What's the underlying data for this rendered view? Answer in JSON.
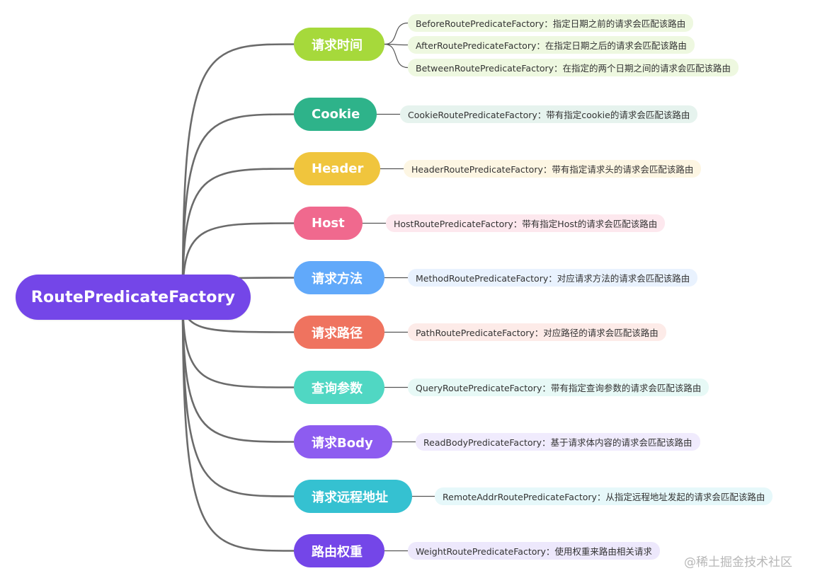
{
  "root": {
    "label": "RoutePredicateFactory",
    "color": "#7446e8"
  },
  "branches": [
    {
      "label": "请求时间",
      "color": "#a6d93b",
      "leaf_bg": "#eef8e0",
      "leaves": [
        "BeforeRoutePredicateFactory：指定日期之前的请求会匹配该路由",
        "AfterRoutePredicateFactory：在指定日期之后的请求会匹配该路由",
        "BetweenRoutePredicateFactory：在指定的两个日期之间的请求会匹配该路由"
      ]
    },
    {
      "label": "Cookie",
      "color": "#2eb38a",
      "leaf_bg": "#e6f3ee",
      "leaves": [
        "CookieRoutePredicateFactory：带有指定cookie的请求会匹配该路由"
      ]
    },
    {
      "label": "Header",
      "color": "#f0c53d",
      "leaf_bg": "#fdf6e3",
      "leaves": [
        "HeaderRoutePredicateFactory：带有指定请求头的请求会匹配该路由"
      ]
    },
    {
      "label": "Host",
      "color": "#f0698e",
      "leaf_bg": "#fde8ee",
      "leaves": [
        "HostRoutePredicateFactory：带有指定Host的请求会匹配该路由"
      ]
    },
    {
      "label": "请求方法",
      "color": "#61a9fa",
      "leaf_bg": "#e9f2fe",
      "leaves": [
        "MethodRoutePredicateFactory：对应请求方法的请求会匹配该路由"
      ]
    },
    {
      "label": "请求路径",
      "color": "#ef735f",
      "leaf_bg": "#fdebe8",
      "leaves": [
        "PathRoutePredicateFactory：对应路径的请求会匹配该路由"
      ]
    },
    {
      "label": "查询参数",
      "color": "#50d7c3",
      "leaf_bg": "#e7f9f6",
      "leaves": [
        "QueryRoutePredicateFactory：带有指定查询参数的请求会匹配该路由"
      ]
    },
    {
      "label": "请求Body",
      "color": "#8d5cf0",
      "leaf_bg": "#f0ebfd",
      "leaves": [
        "ReadBodyPredicateFactory：基于请求体内容的请求会匹配该路由"
      ]
    },
    {
      "label": "请求远程地址",
      "color": "#35c1d1",
      "leaf_bg": "#e6f8fa",
      "leaves": [
        "RemoteAddrRoutePredicateFactory：从指定远程地址发起的请求会匹配该路由"
      ]
    },
    {
      "label": "路由权重",
      "color": "#7446e8",
      "leaf_bg": "#ede8fc",
      "leaves": [
        "WeightRoutePredicateFactory：使用权重来路由相关请求"
      ]
    }
  ],
  "watermark": "@稀土掘金技术社区"
}
